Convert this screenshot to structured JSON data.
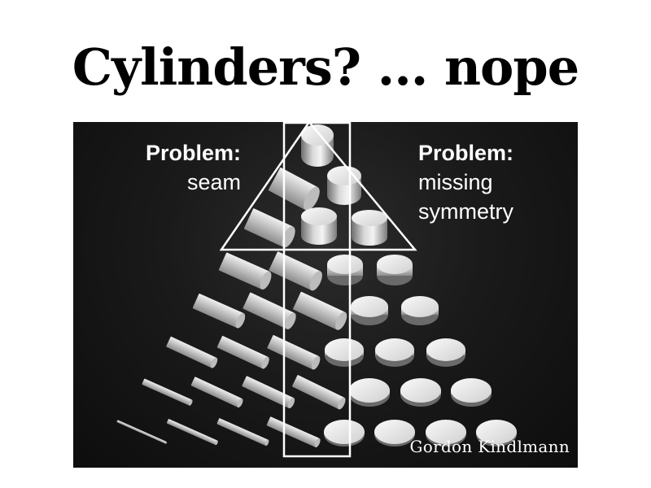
{
  "slide": {
    "title": "Cylinders? ... nope"
  },
  "panel": {
    "left_label": {
      "heading": "Problem:",
      "text": "seam"
    },
    "right_label": {
      "heading": "Problem:",
      "lines": [
        "missing",
        "symmetry"
      ]
    },
    "credit": "Gordon Kindlmann"
  },
  "colors": {
    "background": "#ffffff",
    "panel": "#141414",
    "glyph_light": "#f2f2f2",
    "glyph_dark": "#8a8a8a",
    "outline": "#ffffff"
  }
}
